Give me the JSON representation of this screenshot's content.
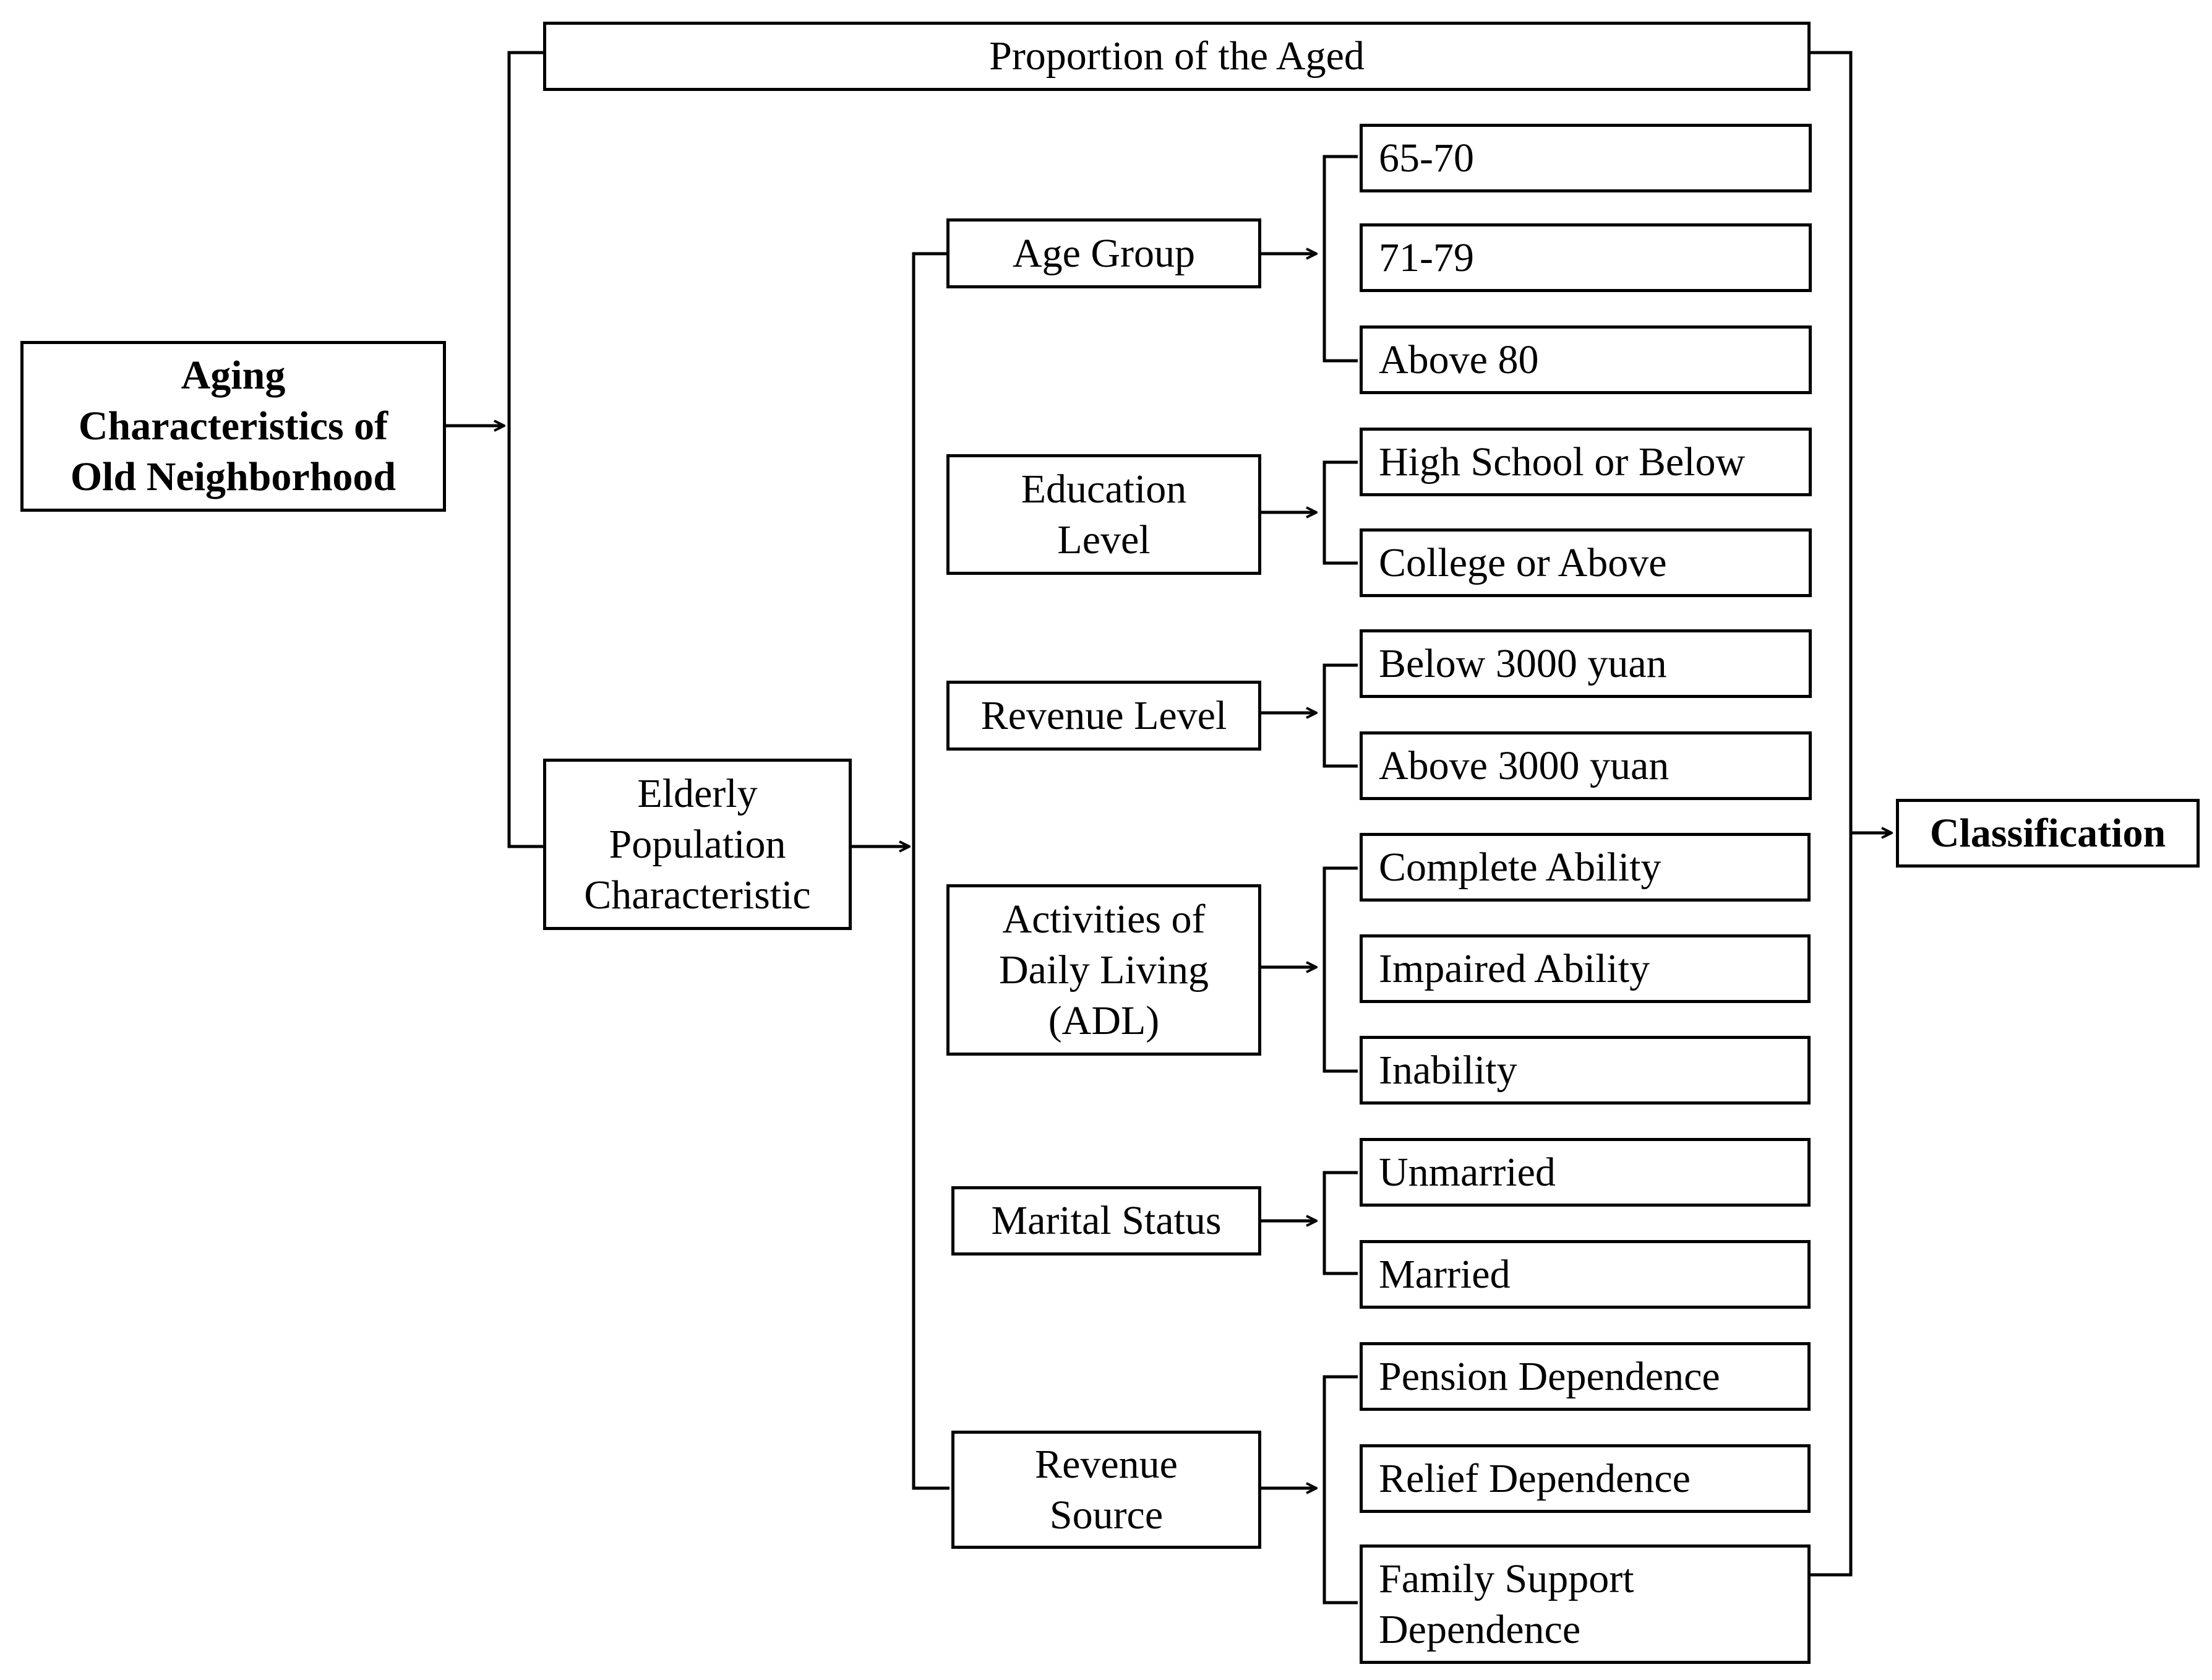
{
  "root": {
    "lines": [
      "Aging",
      "Characteristics of",
      "Old Neighborhood"
    ]
  },
  "proportion": {
    "label": "Proportion of the Aged"
  },
  "elderly": {
    "lines": [
      "Elderly",
      "Population",
      "Characteristic"
    ]
  },
  "classification": {
    "label": "Classification"
  },
  "groups": [
    {
      "lines": [
        "Age Group"
      ],
      "options": [
        [
          "65-70"
        ],
        [
          "71-79"
        ],
        [
          "Above 80"
        ]
      ]
    },
    {
      "lines": [
        "Education",
        "Level"
      ],
      "options": [
        [
          "High School or Below"
        ],
        [
          "College or Above"
        ]
      ]
    },
    {
      "lines": [
        "Revenue Level"
      ],
      "options": [
        [
          "Below 3000 yuan"
        ],
        [
          "Above 3000 yuan"
        ]
      ]
    },
    {
      "lines": [
        "Activities of",
        "Daily Living",
        "(ADL)"
      ],
      "options": [
        [
          "Complete Ability"
        ],
        [
          "Impaired Ability"
        ],
        [
          "Inability"
        ]
      ]
    },
    {
      "lines": [
        "Marital Status"
      ],
      "options": [
        [
          "Unmarried"
        ],
        [
          "Married"
        ]
      ]
    },
    {
      "lines": [
        "Revenue",
        "Source"
      ],
      "options": [
        [
          "Pension Dependence"
        ],
        [
          "Relief Dependence"
        ],
        [
          "Family Support",
          "Dependence"
        ]
      ]
    }
  ]
}
